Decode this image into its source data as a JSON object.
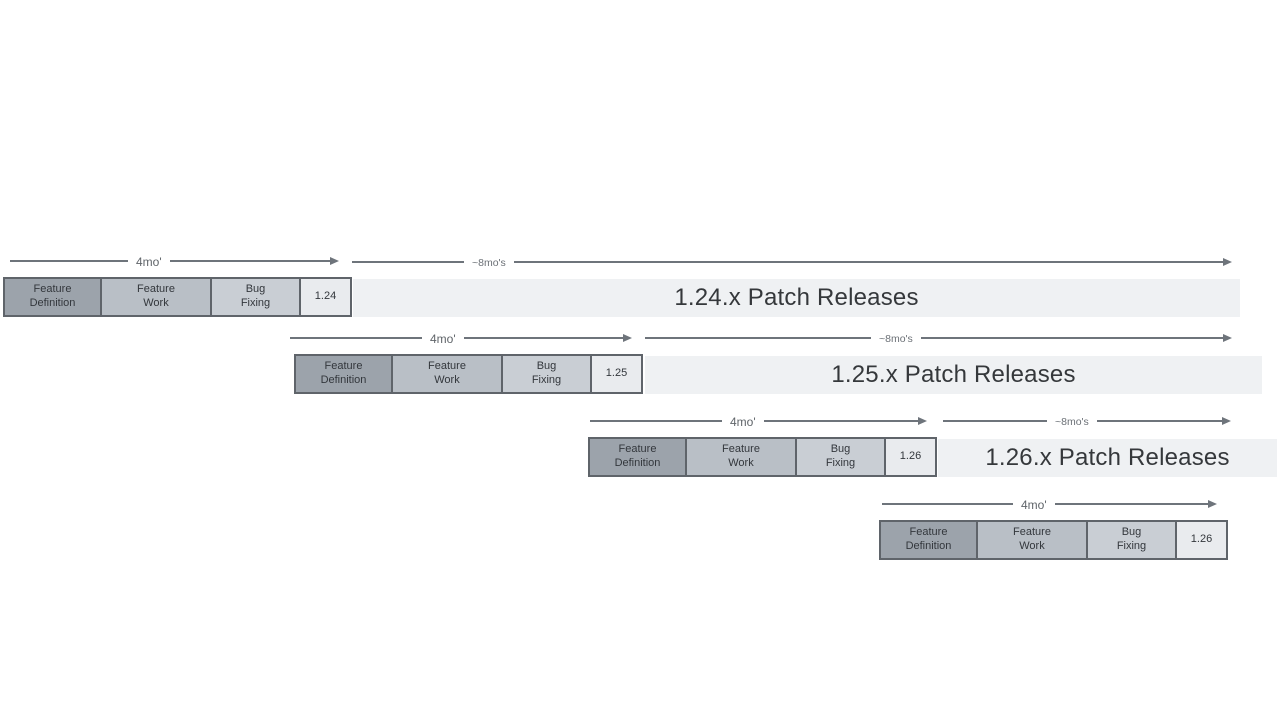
{
  "diagram": {
    "rows": [
      {
        "version": "1.24",
        "phases": [
          "Feature\nDefinition",
          "Feature\nWork",
          "Bug\nFixing"
        ],
        "dev_duration": "4mo'",
        "patch_duration": "~8mo's",
        "patch_label": "1.24.x Patch Releases"
      },
      {
        "version": "1.25",
        "phases": [
          "Feature\nDefinition",
          "Feature\nWork",
          "Bug\nFixing"
        ],
        "dev_duration": "4mo'",
        "patch_duration": "~8mo's",
        "patch_label": "1.25.x Patch Releases"
      },
      {
        "version": "1.26",
        "phases": [
          "Feature\nDefinition",
          "Feature\nWork",
          "Bug\nFixing"
        ],
        "dev_duration": "4mo'",
        "patch_duration": "~8mo's",
        "patch_label": "1.26.x Patch Releases"
      },
      {
        "version": "1.26",
        "phases": [
          "Feature\nDefinition",
          "Feature\nWork",
          "Bug\nFixing"
        ],
        "dev_duration": "4mo'"
      }
    ],
    "colors": {
      "feature_definition_fill": "#9ca3ab",
      "feature_work_fill": "#b9bfc6",
      "bug_fixing_fill": "#c9ced4",
      "version_box_fill": "#e9ebee",
      "patch_bar_fill": "#eff1f3",
      "box_border": "#5f646a",
      "arrow": "#6e747b",
      "label_text": "#5f6469",
      "box_text": "#33373c",
      "patch_text": "#35383b"
    }
  }
}
